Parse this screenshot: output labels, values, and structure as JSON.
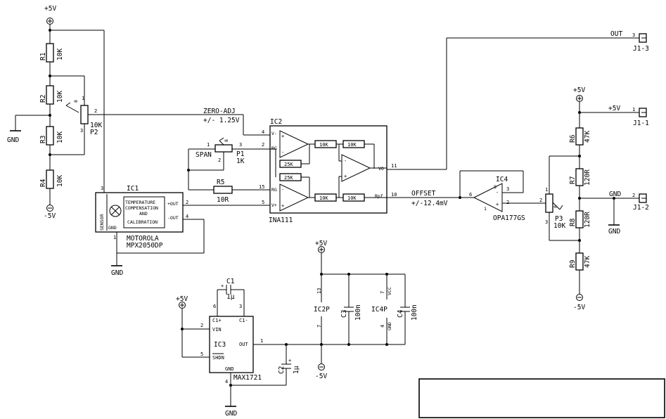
{
  "supply": {
    "p5": "+5V",
    "m5": "-5V",
    "gnd": "GND"
  },
  "resistors": {
    "r1": {
      "ref": "R1",
      "val": "10K"
    },
    "r2": {
      "ref": "R2",
      "val": "10K"
    },
    "r3": {
      "ref": "R3",
      "val": "10K"
    },
    "r4": {
      "ref": "R4",
      "val": "10K"
    },
    "r5": {
      "ref": "R5",
      "val": "10R"
    },
    "r6": {
      "ref": "R6",
      "val": "47K"
    },
    "r7": {
      "ref": "R7",
      "val": "120R"
    },
    "r8": {
      "ref": "R8",
      "val": "120R"
    },
    "r9": {
      "ref": "R9",
      "val": "47K"
    }
  },
  "pots": {
    "p1": {
      "ref": "P1",
      "val": "1K",
      "label": "SPAN"
    },
    "p2": {
      "ref": "P2",
      "val": "10K"
    },
    "p3": {
      "ref": "P3",
      "val": "10K"
    }
  },
  "caps": {
    "c1": {
      "ref": "C1",
      "val": "1µ"
    },
    "c2": {
      "ref": "C2",
      "val": "1µ"
    },
    "c3": {
      "ref": "C3",
      "val": "100n"
    },
    "c4": {
      "ref": "C4",
      "val": "100n"
    }
  },
  "ic1": {
    "ref": "IC1",
    "sensor": "SENSOR",
    "comp": [
      "TEMPERATURE",
      "COMPENSATION",
      "AND",
      "CALIBRATION"
    ],
    "out_p": "+OUT",
    "out_m": "-OUT",
    "gnd": "GND",
    "maker": "MOTOROLA",
    "part": "MPX2050DP"
  },
  "ic2": {
    "ref": "IC2",
    "part": "INA111",
    "r10k": "10K",
    "r25k": "25K",
    "pins": {
      "vm": "V-",
      "rg": "RG",
      "vp": "V+",
      "vo": "VO",
      "rpf": "Rpf"
    }
  },
  "ic3": {
    "ref": "IC3",
    "part": "MAX1721",
    "pins": {
      "c1p": "C1+",
      "c1m": "C1-",
      "vin": "VIN",
      "out": "OUT",
      "shdn": "SHDN",
      "gnd": "GND"
    }
  },
  "ic4": {
    "ref": "IC4",
    "part": "OPA177GS"
  },
  "ic2p": {
    "ref": "IC2P"
  },
  "ic4p": {
    "ref": "IC4P",
    "vcc": "VCC",
    "gnd": "GND"
  },
  "nets": {
    "zero_adj": "ZERO-ADJ",
    "zero_range": "+/- 1.25V",
    "offset": "OFFSET",
    "offset_range": "+/-12.4mV",
    "out": "OUT"
  },
  "connectors": {
    "j13": "J1-3",
    "j11": "J1-1",
    "j12": "J1-2"
  },
  "pin_numbers": [
    "1",
    "2",
    "3",
    "4",
    "5",
    "6",
    "7",
    "8",
    "10",
    "11",
    "13",
    "15"
  ]
}
